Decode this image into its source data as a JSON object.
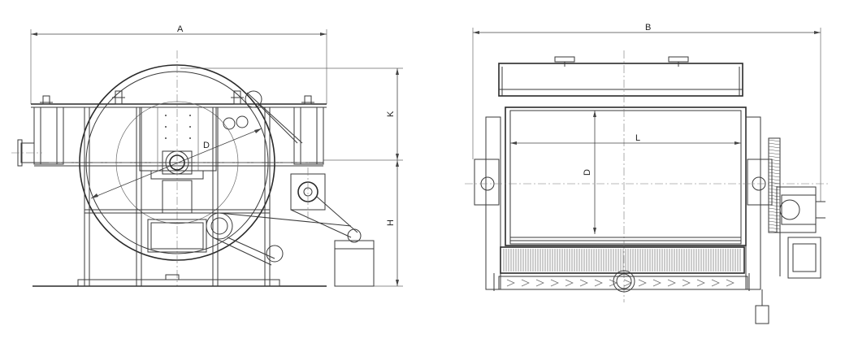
{
  "dimensions": {
    "A": "A",
    "B": "B",
    "D_front": "D",
    "D_side": "D",
    "K": "K",
    "H": "H",
    "L": "L"
  },
  "colors": {
    "line": "#3a3a3a",
    "background": "#ffffff"
  }
}
